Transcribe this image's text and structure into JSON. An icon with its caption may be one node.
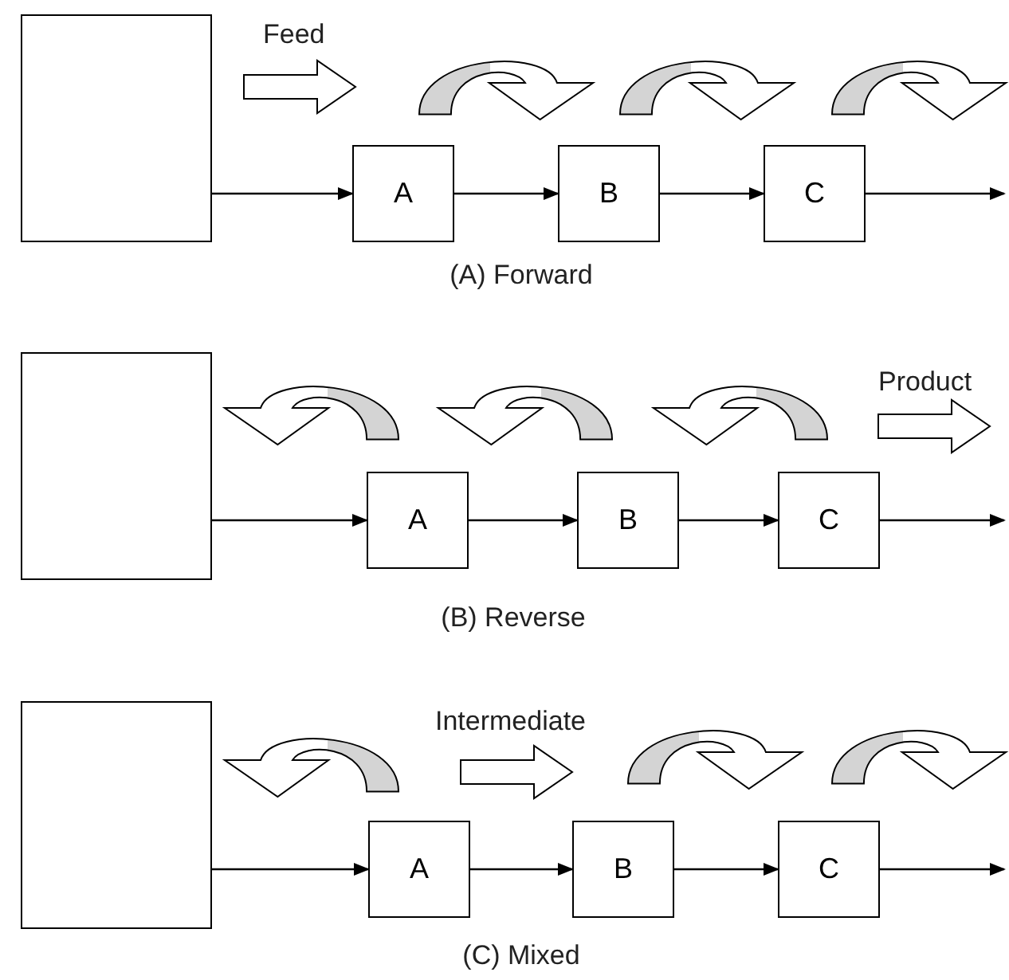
{
  "diagram": {
    "nodes": [
      {
        "text": [],
        "shape": "box"
      },
      {
        "text": [
          "A"
        ]
      },
      {
        "text": [
          "B"
        ]
      },
      {
        "text": [
          "C"
        ]
      },
      {
        "text": [],
        "shape": "box"
      },
      {
        "text": [
          "A"
        ]
      },
      {
        "text": [
          "B"
        ]
      },
      {
        "text": [
          "C"
        ]
      },
      {
        "text": [],
        "shape": "box"
      },
      {
        "text": [
          "A"
        ]
      },
      {
        "text": [
          "B"
        ]
      },
      {
        "text": [
          "C"
        ]
      }
    ],
    "edges": [
      {
        "from": 0,
        "to": 1,
        "arrow": "to"
      },
      {
        "from": 1,
        "to": 2,
        "arrow": "to"
      },
      {
        "from": 2,
        "to": 3,
        "arrow": "to"
      },
      {
        "from": 3,
        "to": null,
        "arrow": "to"
      },
      {
        "from": 4,
        "to": 5,
        "arrow": "to"
      },
      {
        "from": 5,
        "to": 6,
        "arrow": "to"
      },
      {
        "from": 6,
        "to": 7,
        "arrow": "to"
      },
      {
        "from": 7,
        "to": null,
        "arrow": "to"
      },
      {
        "from": 8,
        "to": 9,
        "arrow": "to"
      },
      {
        "from": 9,
        "to": 10,
        "arrow": "to"
      },
      {
        "from": 10,
        "to": 11,
        "arrow": "to"
      },
      {
        "from": 11,
        "to": null,
        "arrow": "to"
      },
      {
        "from": 1,
        "to": null,
        "arrow": "to",
        "style": "thick"
      },
      {
        "from": 2,
        "to": null,
        "arrow": "to",
        "style": "thick"
      },
      {
        "from": 3,
        "to": null,
        "arrow": "to",
        "style": "thick"
      },
      {
        "from": 5,
        "to": null,
        "arrow": "to",
        "style": "thick"
      },
      {
        "from": 6,
        "to": null,
        "arrow": "to",
        "style": "thick"
      },
      {
        "from": 7,
        "to": null,
        "arrow": "to",
        "style": "thick"
      },
      {
        "from": 9,
        "to": null,
        "arrow": "to",
        "style": "thick"
      },
      {
        "from": 10,
        "to": null,
        "arrow": "to",
        "style": "thick"
      },
      {
        "from": 11,
        "to": null,
        "arrow": "to",
        "style": "thick"
      }
    ],
    "labels": [
      "Feed",
      "(A) Forward",
      "Product",
      "(B) Reverse",
      "Intermediate",
      "(C) Mixed"
    ]
  }
}
